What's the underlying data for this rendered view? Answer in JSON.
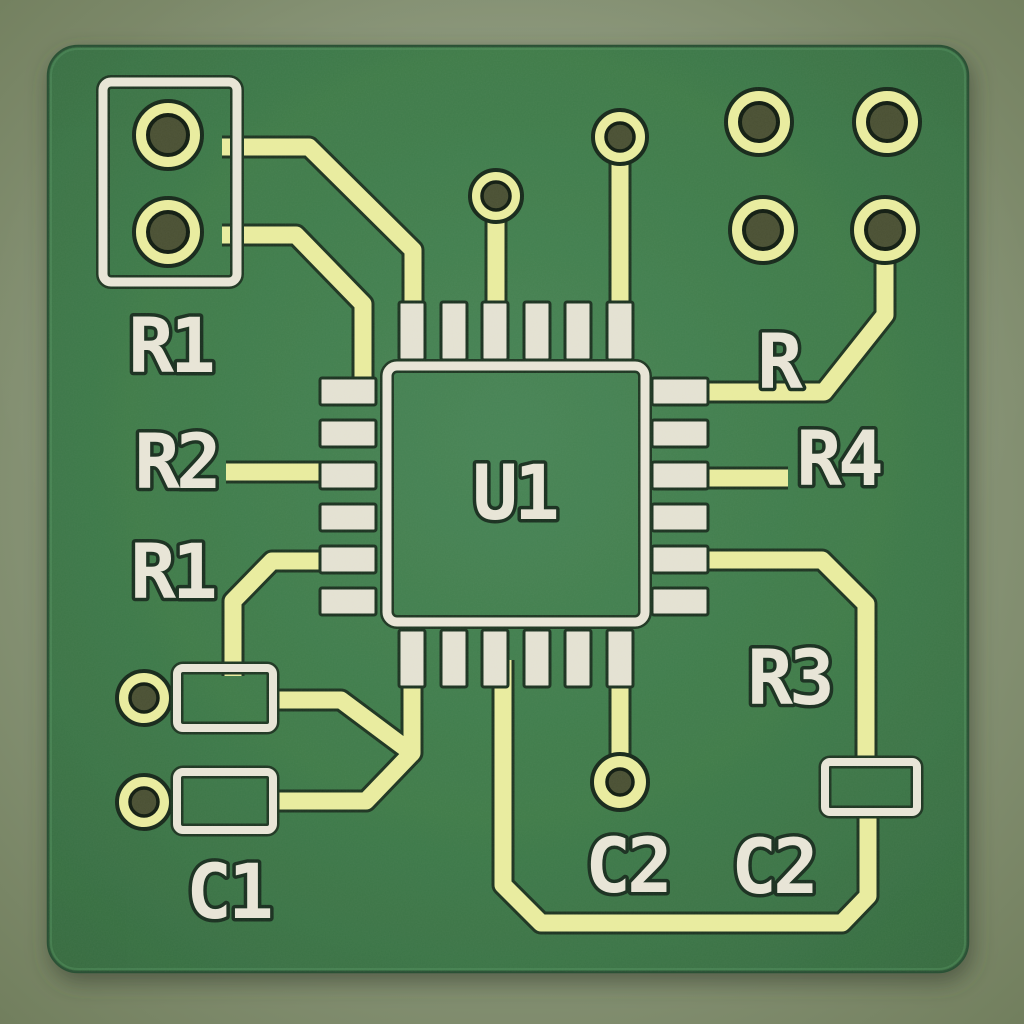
{
  "scene": {
    "type": "pcb-top-view-illustration",
    "description": "Green printed circuit board with a central 24-pad IC, yellow copper traces, through-hole vias and cream silkscreen markings"
  },
  "colors": {
    "background": "#8a9679",
    "board_green": "#3f7b4a",
    "copper_trace": "#e9ec9e",
    "silkscreen_cream": "#e8e5d6",
    "smd_pad": "#e4e1d2",
    "drill_hole": "#4a5033",
    "dark_outline": "#17291b"
  },
  "ic": {
    "designator": "U1",
    "pads_per_side": 6,
    "total_pads": 24
  },
  "board_stats": {
    "via_count": 11,
    "smd_pad_count": 24,
    "silkscreen_outline_count": 5
  },
  "labels": {
    "connector_r1": "R1",
    "r2": "R2",
    "r1_left": "R1",
    "c1": "C1",
    "u1": "U1",
    "r": "R",
    "r4": "R4",
    "r3": "R3",
    "c2_bottom": "C2",
    "c2_right": "C2"
  }
}
